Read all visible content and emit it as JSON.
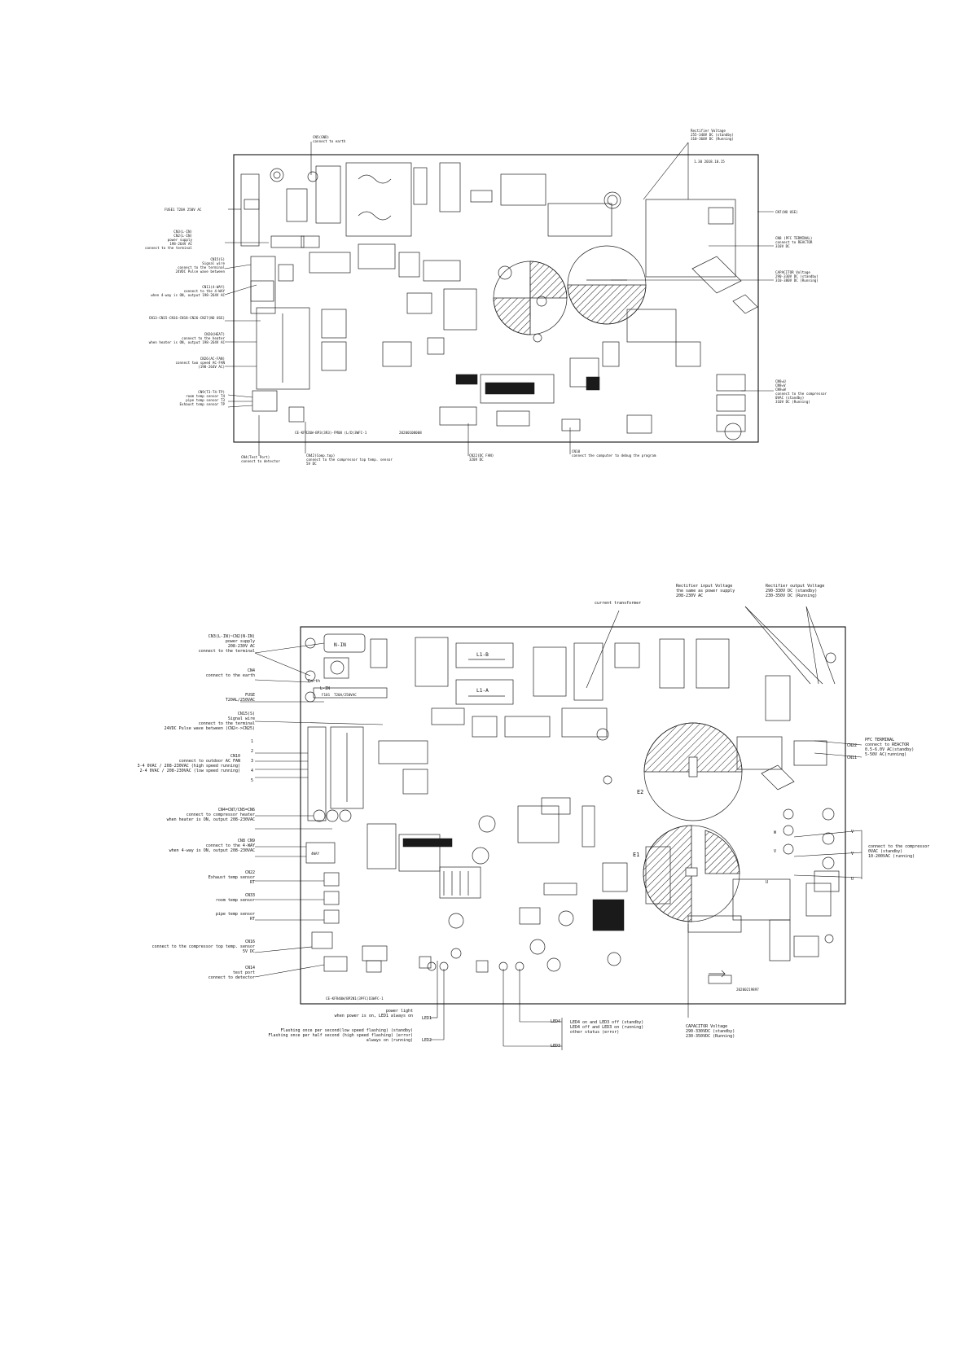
{
  "board1": {
    "labels": {
      "cn_gnd": "CN5(GND)\nconnect to earth",
      "fuse": "FUSE1 T20A 250V AC",
      "cn_power": "CN3(L-IN)\nCN2(L-IN)\npower supply\n198-264V AC\nconnect to the terminal",
      "cn_signal": "CN15(S)\nSignal wire\nconnect to the terminal\n24VDC Pulse wave between",
      "cn_4way": "CN11(4-WAY)\nconnect to the 4-WAY\nwhen 4-way is ON, output 198-264V AC",
      "cn_misc": "CN13-CN15-CN16-CN18-CN26-CN27(NO USE)",
      "cn_heater": "CN20(HEAT)\nconnect to the heater\nwhen heater is ON, output 198-264V AC",
      "cn_fan": "CN26(AC-FAN)\nconnect two speed AC-FAN\n(198-264V AC)",
      "cn_sensors": "CN9(T3-T4-TP)\nroom temp sensor T4\npipe temp sensor T3\nExhaust temp sensor TP",
      "cn_test": "CN4(Test Port)\nconnect to detector",
      "cn_comp_top": "CN42(Comp.top)\nconnect to the compressor top temp. sensor\n5V DC",
      "cn_dcfan": "CN22(DC FAN)\n320V DC",
      "cn_debug": "CN10\nconnect the computer to debug the program",
      "rectifier_v": "Rectifier Voltage\n255-340V DC (standby)\n310-360V DC (Running)",
      "version": "1.30  2018.10.15",
      "no_use": "CN7(NO USE)",
      "pfc": "CN8 (PFC TERMINAL)\nconnect to REACTOR\n310V DC",
      "cap_v": "CAPACITOR Voltage\n290-330V DC (standby)\n310-380V DC (Running)",
      "comp_uvw": "CN9=U\nCN9=V\nCN9=W\nconnect to the compressor\n0VAC (standby)\n310V DC (Running)",
      "part_no": "CE-KFR26W-BP3(3R3)-FM08 (L/D)3WFC-1",
      "date": "20200108008"
    }
  },
  "board2": {
    "labels": {
      "cn_power": "CN3(L-IN)~CN2(N-IN)\npower supply\n208-230V AC\nconnect to the terminal",
      "cn4": "CN4\nconnect to the earth",
      "fuse": "FUSE\nT20AL/250VAC",
      "cn15": "CN15(S)\nSignal wire\nconnect to the terminal\n24VDC Pulse wave between (CN2<->CN25)",
      "cn10": "CN10\nconnect to outdoor AC FAN\n3-4  0VAC / 208-230VAC (high speed running)\n2-4  0VAC / 208-230VAC (low speed running)",
      "cn10_pins": [
        "1",
        "2",
        "3",
        "4",
        "5"
      ],
      "cn_heater": "CN4=CN7/CN5=CN6\nconnect to compressor heater\nwhen heater is ON, output 208-230VAC",
      "cn9": "CN8  CN9\nconnect to the 4-WAY\nwhen 4-way is ON, output 208-230VAC",
      "cn22_exhaust": "CN22\nExhaust temp sensor\nRT",
      "cn33": "CN33\nroom temp sensor",
      "cn33_pipe": "pipe temp sensor\nRT",
      "cn16": "CN16\nconnect to the compressor top temp. sensor\n5V DC",
      "cn14": "CN14\ntest port\nconnect to detector",
      "current_tf": "current transformer",
      "rect_in": "Rectifier input Voltage\nthe same as power supply\n208-230V AC",
      "rect_out": "Rectifier output Voltage\n290-330V DC (standby)\n230-350V DC (Running)",
      "cn22": "CN22",
      "cn11": "CN11",
      "pfc": "PFC TERMINAL\nconnect to REACTOR\n0.5-6.0V AC(standby)\n5-50V AC(running)",
      "comp": "connect to the compressor\n0VAC  (standby)\n10-200VAC  (running)",
      "uvw": [
        "V",
        "V",
        "U"
      ],
      "leds_power": "power light\nwhen power is on, LED1 always on",
      "led1": "LED1",
      "led_flash": "Flashing once per second(low speed flashing) (standby)\nFlashing once per half second (high speed flashing) (error)\nalways on (running)",
      "led2": "LED2",
      "led4": "LED4",
      "led3": "LED3",
      "led_status": "LED4 on and LED3 off (standby)\nLED4 off and LED3 on (running)\nother status (error)",
      "cap_v": "CAPACITOR Voltage\n290-330VDC (standby)\n230-350VDC (Running)",
      "part_no": "CE-KFR40W/BP2N1(3PFC)D3WFC-1",
      "date": "20200219897",
      "silk": [
        "N-IN",
        "L-IN",
        "Earth",
        "F101",
        "T20A/250VAC",
        "L1-B",
        "L1-A",
        "E2",
        "E1",
        "4WAY",
        "W",
        "V",
        "U"
      ]
    }
  }
}
